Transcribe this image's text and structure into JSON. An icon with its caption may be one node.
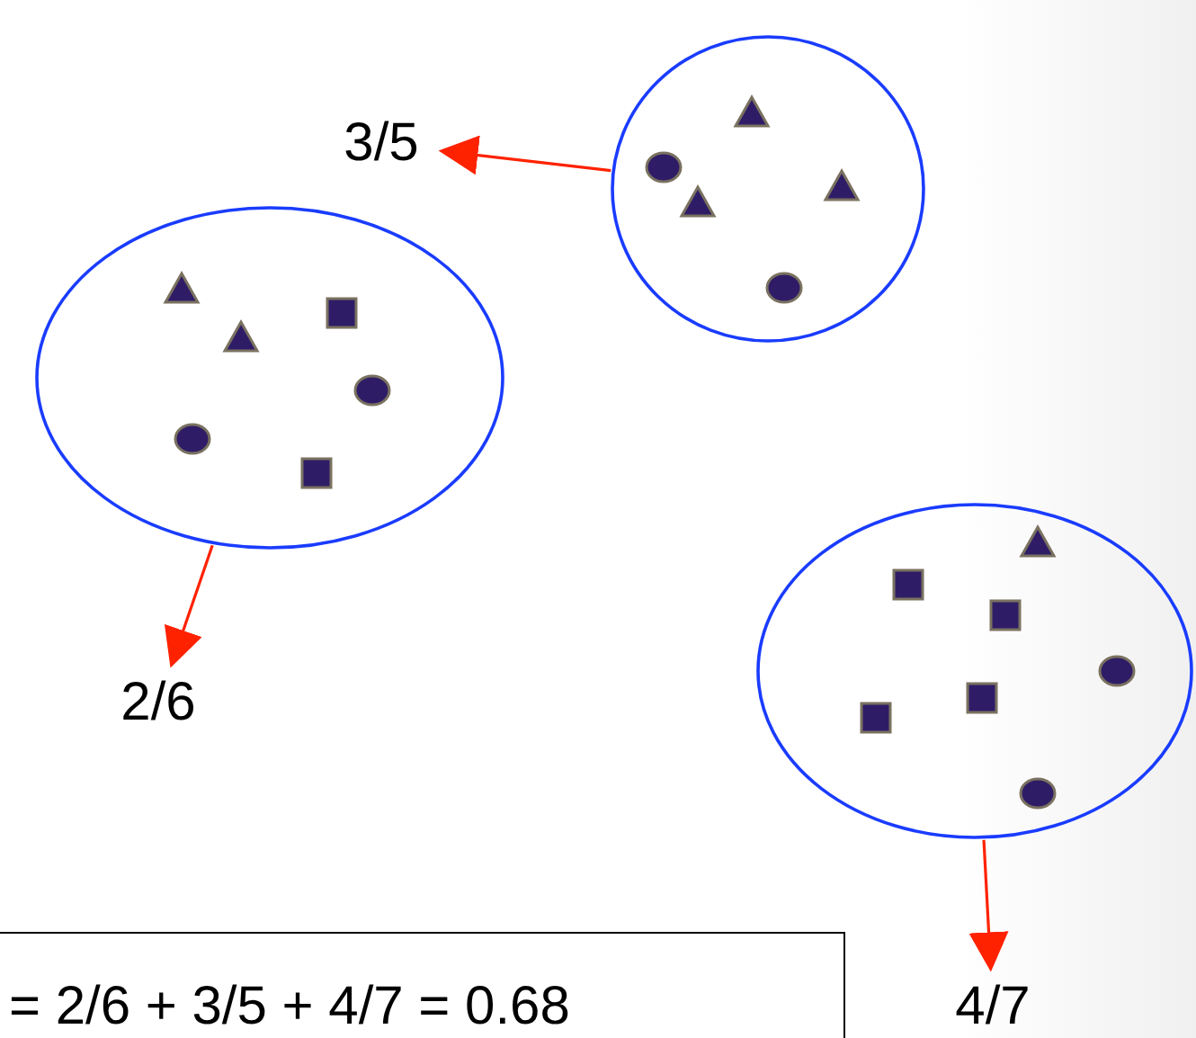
{
  "diagram": {
    "nodes": [
      {
        "text": [
          "3/5"
        ]
      },
      {
        "text": [],
        "shape": "circle"
      },
      {
        "text": [],
        "shape": "circle"
      },
      {
        "text": [],
        "shape": "circle"
      },
      {
        "text": [
          "2/6"
        ]
      },
      {
        "text": [
          "= 2/6 + 3/5 + 4/7 = 0.68"
        ]
      },
      {
        "text": [
          "4/7"
        ]
      }
    ],
    "edges": [
      {
        "from": 1,
        "to": 0,
        "arrow": "to"
      },
      {
        "from": 2,
        "to": 4,
        "arrow": "to"
      },
      {
        "from": 3,
        "to": 6,
        "arrow": "to"
      }
    ]
  }
}
